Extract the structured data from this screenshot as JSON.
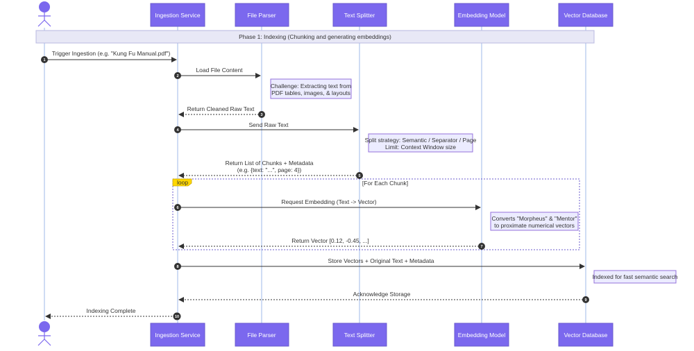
{
  "participants": {
    "ingestion": "Ingestion Service",
    "parser": "File Parser",
    "splitter": "Text Splitter",
    "embedding": "Embedding Model",
    "vectordb": "Vector Database"
  },
  "phase_label": "Phase 1: Indexing (Chunking and generating embeddings)",
  "messages": {
    "m1": "Trigger Ingestion (e.g. \"Kung Fu Manual.pdf\")",
    "m2": "Load File Content",
    "m3": "Return Cleaned Raw Text",
    "m4": "Send Raw Text",
    "m5_line1": "Return List of Chunks + Metadata",
    "m5_line2": "(e.g. {text: \"...\", page: 4})",
    "m6": "Request Embedding (Text -> Vector)",
    "m7": "Return Vector [0.12, -0.45, ...]",
    "m8": "Store Vectors + Original Text + Metadata",
    "m9": "Acknowledge Storage",
    "m10": "Indexing Complete"
  },
  "numbers": {
    "n1": "1",
    "n2": "2",
    "n3": "3",
    "n4": "4",
    "n5": "5",
    "n6": "6",
    "n7": "7",
    "n8": "8",
    "n9": "9",
    "n10": "10"
  },
  "notes": {
    "parser_line1": "Challenge: Extracting text from",
    "parser_line2": "PDF tables, images, & layouts",
    "splitter_line1": "Split strategy: Semantic / Separator / Page",
    "splitter_line2": "Limit: Context Window size",
    "embedding_line1": "Converts \"Morpheus\" & \"Mentor\"",
    "embedding_line2": "to proximate numerical vectors",
    "vectordb": "Indexed for fast semantic search"
  },
  "loop": {
    "tag": "loop",
    "condition": "[For Each Chunk]"
  },
  "colors": {
    "participant": "#7b68ee",
    "lifeline": "#9fb8e8",
    "note_fill": "#ececff",
    "note_border": "#9370db",
    "phase_fill": "#e8e8f6",
    "loop_tag": "#ffd700",
    "arrow": "#333333",
    "number_dot": "#333333"
  }
}
